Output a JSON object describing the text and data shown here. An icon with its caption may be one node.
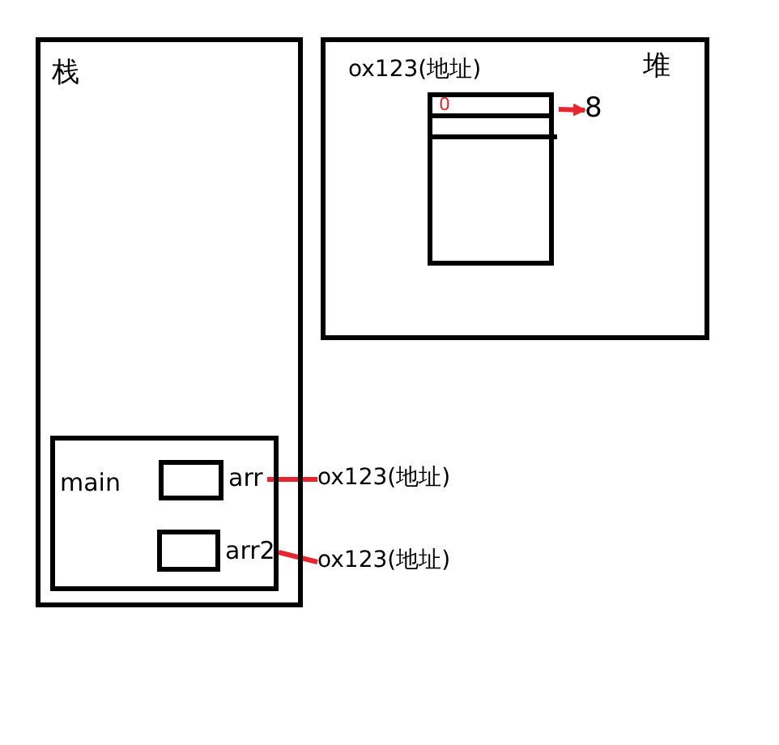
{
  "diagram": {
    "nodes": [
      {
        "text": [
          "栈"
        ]
      },
      {
        "text": [
          "main"
        ],
        "in": 0
      },
      {
        "text": [],
        "shape": "box",
        "in": 1
      },
      {
        "text": [
          "arr"
        ],
        "in": 1
      },
      {
        "text": [],
        "shape": "box",
        "in": 1
      },
      {
        "text": [
          "arr2"
        ],
        "in": 1
      },
      {
        "text": [
          "ox123(地址)"
        ]
      },
      {
        "text": [
          "ox123(地址)"
        ]
      },
      {
        "text": [
          "堆"
        ]
      },
      {
        "text": [],
        "shape": "box",
        "in": 8,
        "beside": [
          "ox123(地址)"
        ]
      },
      {
        "text": [
          "0"
        ],
        "in": 9
      },
      {
        "text": [
          "8"
        ],
        "in": 8
      }
    ],
    "edges": [
      {
        "from": 3,
        "to": 6,
        "arrow": "none",
        "color": "#e8262d"
      },
      {
        "from": 5,
        "to": 7,
        "arrow": "none",
        "color": "#e8262d"
      },
      {
        "from": 10,
        "to": 11,
        "arrow": "to",
        "color": "#e8262d"
      }
    ]
  }
}
